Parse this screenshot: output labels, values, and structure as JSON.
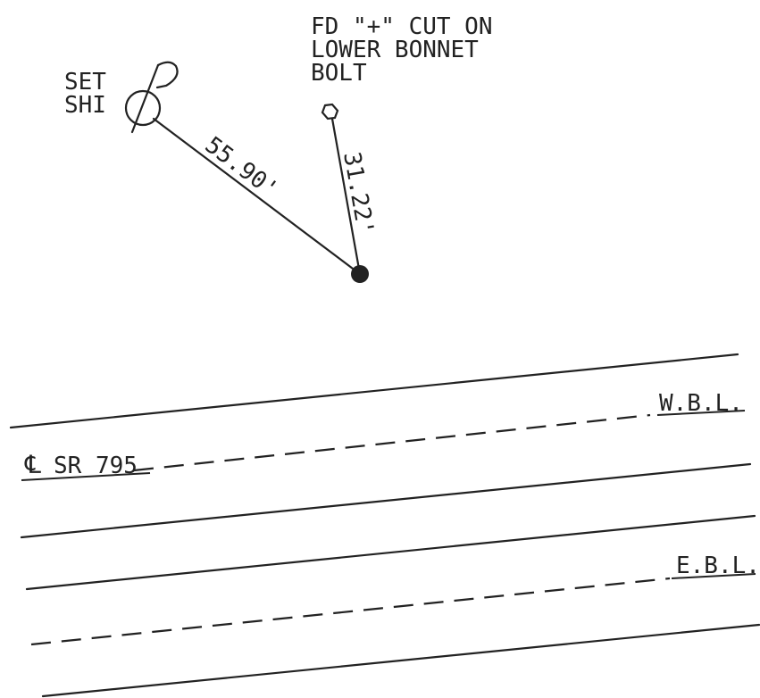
{
  "labels": {
    "fd_line1": "FD \"+\" CUT ON",
    "fd_line2": "LOWER BONNET",
    "fd_line3": "BOLT",
    "set_line1": "SET",
    "set_line2": "SHI",
    "dist_left": "55.90'",
    "dist_right": "31.22'",
    "wbl": "W.B.L.",
    "cl_mark": "℄",
    "sr": "SR 795",
    "ebl": "E.B.L."
  }
}
